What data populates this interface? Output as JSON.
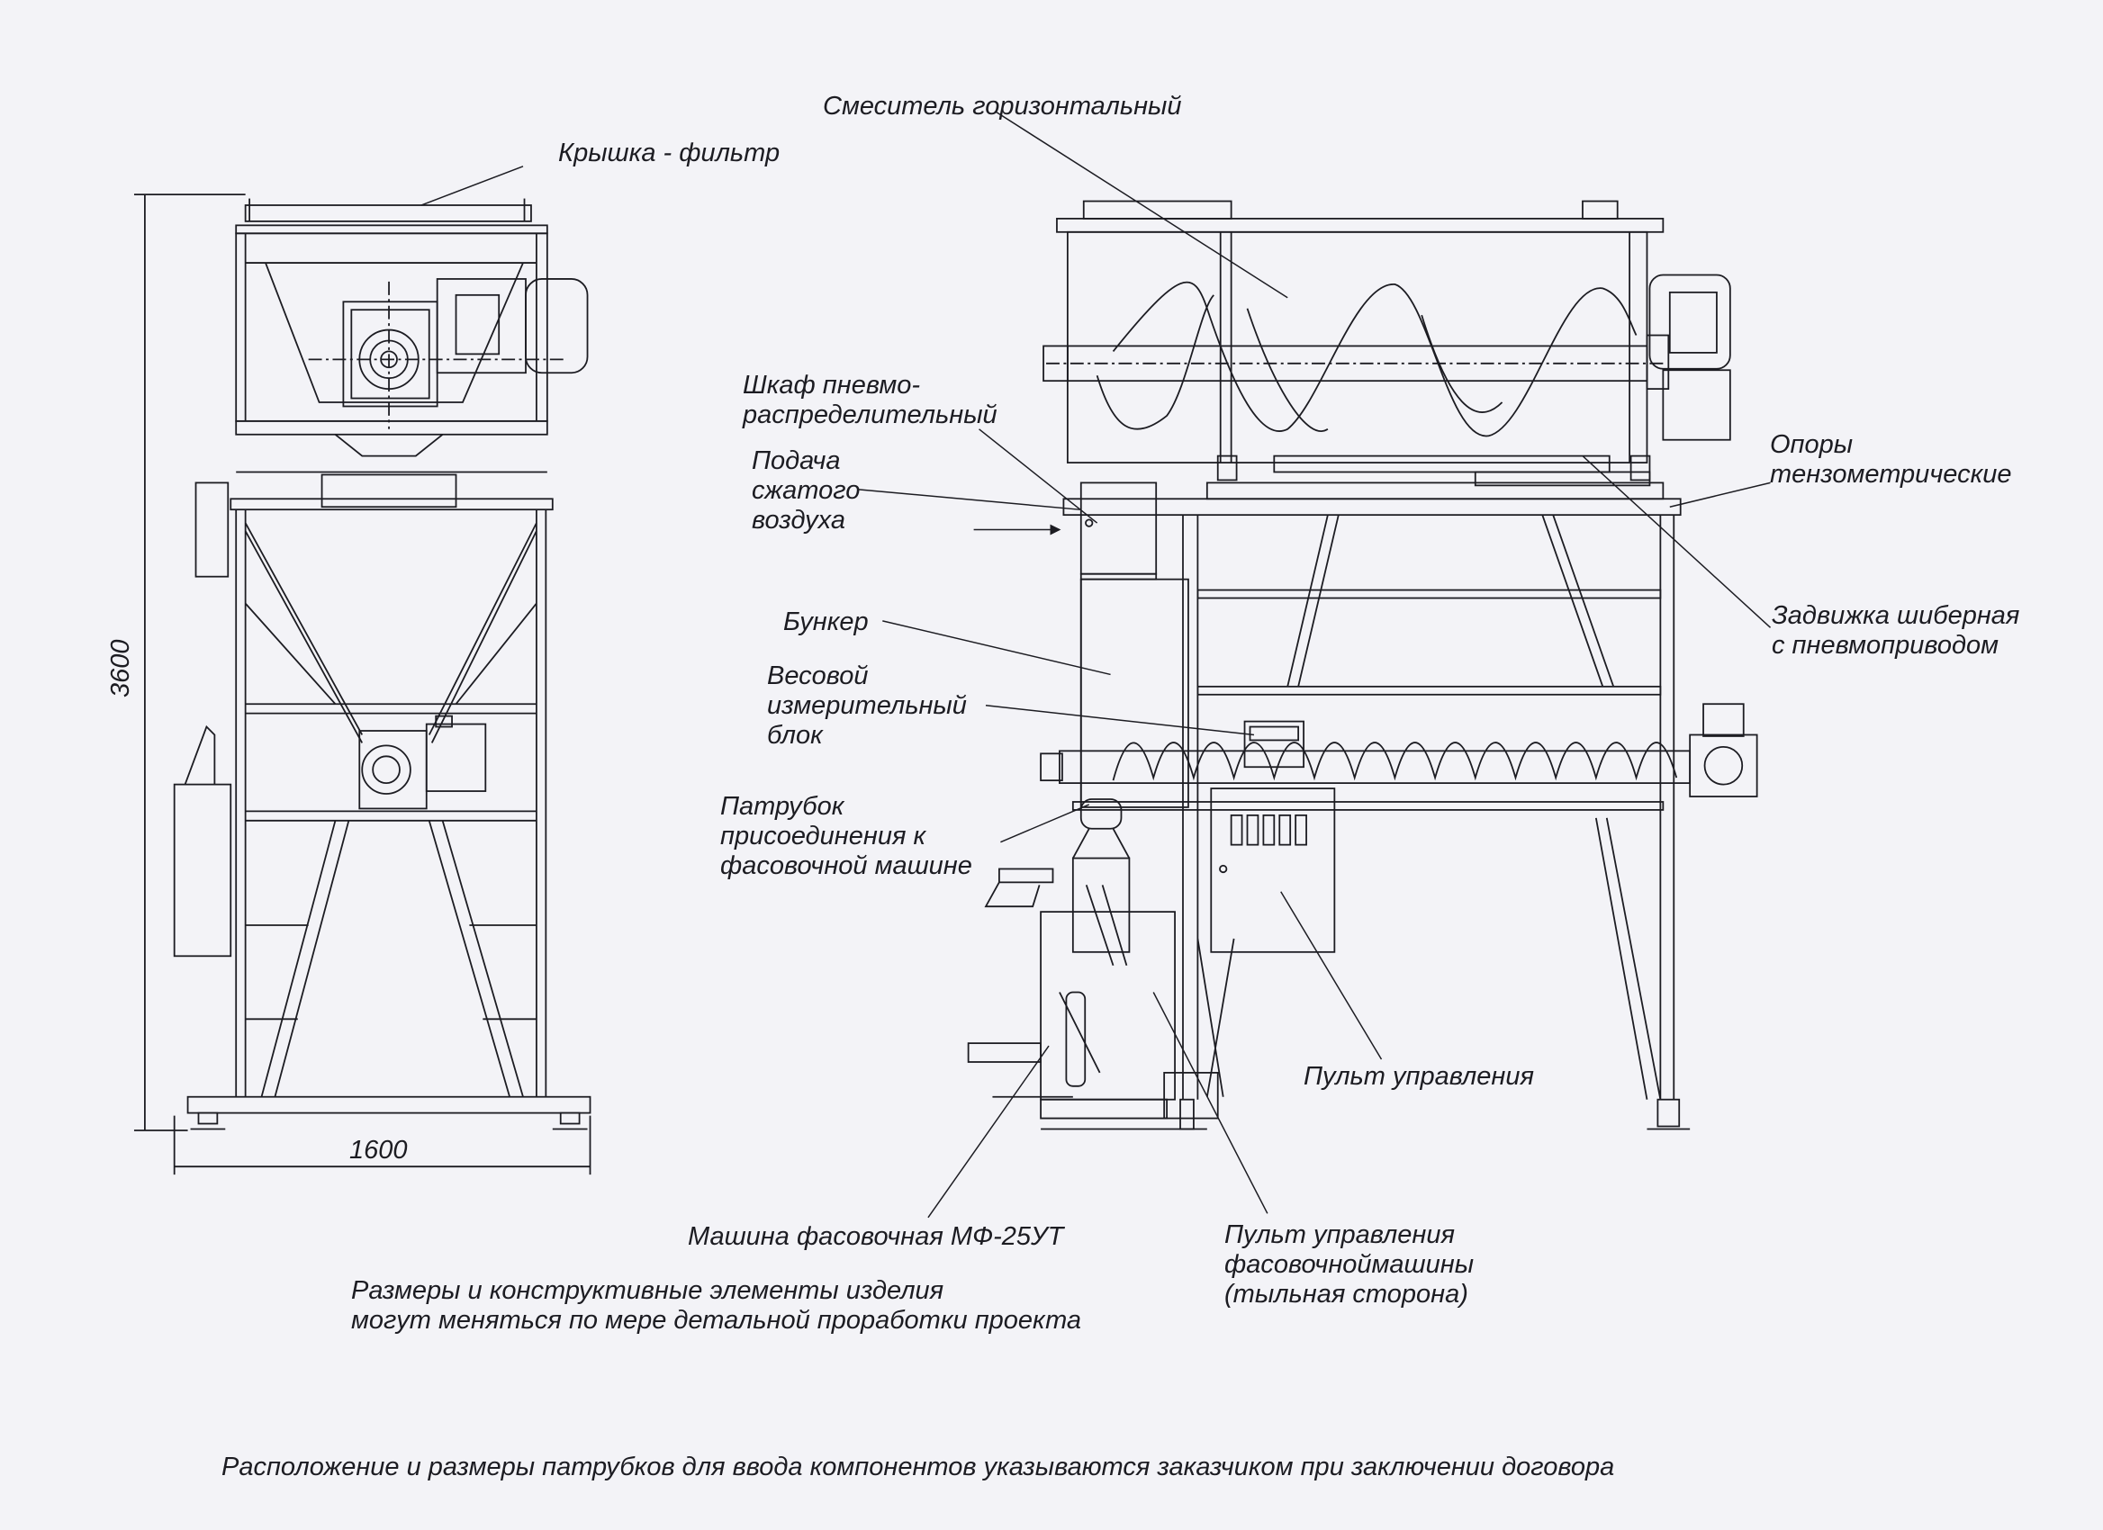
{
  "labels": {
    "mixer": "Смеситель горизонтальный",
    "lid_filter": "Крышка - фильтр",
    "pneumo_cabinet": "Шкаф пневмо-\nраспределительный",
    "air_supply": "Подача\nсжатого\nвоздуха",
    "load_supports": "Опоры\nтензометрические",
    "gate_valve": "Задвижка шиберная\nс пневмоприводом",
    "hopper": "Бункер",
    "weighing_unit": "Весовой\nизмерительный\nблок",
    "outlet_nozzle": "Патрубок\nприсоединения к\nфасовочной машине",
    "control_panel": "Пульт управления",
    "packing_machine": "Машина фасовочная МФ-25УТ",
    "packing_panel": "Пульт управления\nфасовочноймашины\n(тыльная сторона)"
  },
  "dimensions": {
    "height": "3600",
    "width": "1600"
  },
  "notes": {
    "design_note": "Размеры и конструктивные элементы изделия\nмогут меняться по мере детальной проработки проекта",
    "footer": "Расположение и размеры патрубков для ввода компонентов указываются заказчиком при заключении договора"
  },
  "colors": {
    "paper": "#f3f3f7",
    "ink": "#1c1c22"
  }
}
